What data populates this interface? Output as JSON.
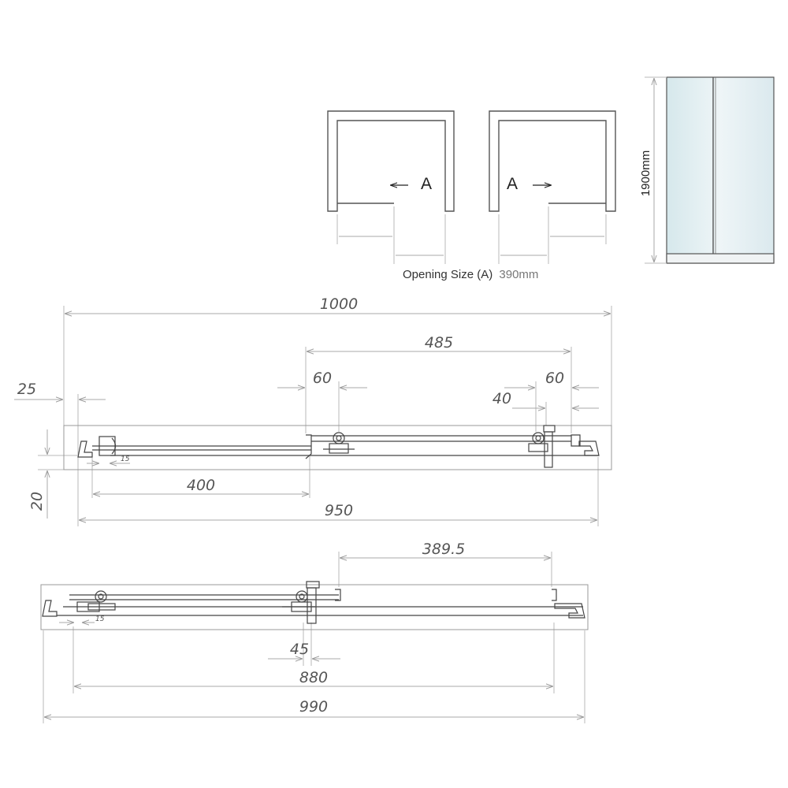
{
  "openings": {
    "left_label": "A",
    "right_label": "A",
    "caption_prefix": "Opening Size (A)",
    "caption_value": "390mm"
  },
  "panel": {
    "height_label": "1900mm"
  },
  "top_plan": {
    "dims": {
      "overall": "1000",
      "right_span": "485",
      "left_return": "25",
      "roller_left": "60",
      "roller_right": "60",
      "post": "40",
      "small": "15",
      "depth": "20",
      "inner": "400",
      "bottom": "950"
    }
  },
  "bottom_plan": {
    "dims": {
      "opening": "389.5",
      "small": "15",
      "post": "45",
      "inner": "880",
      "overall": "990"
    }
  }
}
